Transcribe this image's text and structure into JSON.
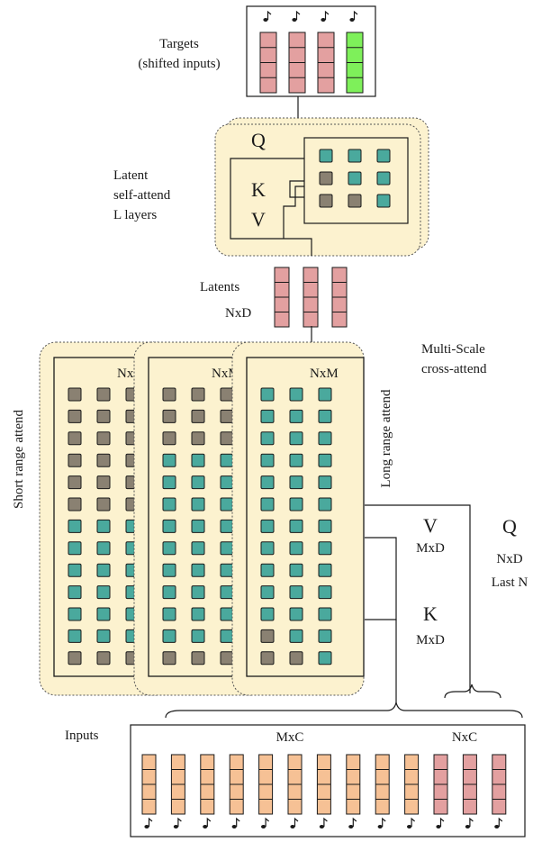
{
  "labels": {
    "targets_line1": "Targets",
    "targets_line2": "(shifted inputs)",
    "latent_line1": "Latent",
    "latent_line2": "self-attend",
    "latent_line3": "L layers",
    "latent_q": "Q",
    "latent_k": "K",
    "latent_v": "V",
    "latents": "Latents",
    "latents_dim": "NxD",
    "multiscale_line1": "Multi-Scale",
    "multiscale_line2": "cross-attend",
    "short_range": "Short range attend",
    "long_range": "Long range attend",
    "nxm_1": "NxM",
    "nxm_2": "NxM",
    "nxm_3": "NxM",
    "v_label": "V",
    "v_dim": "MxD",
    "k_label": "K",
    "k_dim": "MxD",
    "q_label": "Q",
    "q_dim": "NxD",
    "q_last": "Last N",
    "inputs": "Inputs",
    "mxc": "MxC",
    "nxc": "NxC"
  },
  "colors": {
    "pink": "#e3a0a0",
    "green": "#7ef05a",
    "teal": "#4aa99d",
    "gray": "#8a8172",
    "orange": "#f6c195",
    "panel": "#fcf2cf",
    "stroke": "#1a1a1a"
  },
  "targets": [
    "pink",
    "pink",
    "pink",
    "green"
  ],
  "latent_grid": [
    [
      "teal",
      "teal",
      "teal"
    ],
    [
      "gray",
      "teal",
      "teal"
    ],
    [
      "gray",
      "gray",
      "teal"
    ]
  ],
  "latents_count": 3,
  "attention_panels": [
    {
      "label_key": "nxm_1",
      "rows": [
        [
          "gray",
          "gray",
          "gray"
        ],
        [
          "gray",
          "gray",
          "gray"
        ],
        [
          "gray",
          "gray",
          "gray"
        ],
        [
          "gray",
          "gray",
          "gray"
        ],
        [
          "gray",
          "gray",
          "gray"
        ],
        [
          "gray",
          "gray",
          "gray"
        ],
        [
          "teal",
          "teal",
          "teal"
        ],
        [
          "teal",
          "teal",
          "teal"
        ],
        [
          "teal",
          "teal",
          "teal"
        ],
        [
          "teal",
          "teal",
          "teal"
        ],
        [
          "teal",
          "teal",
          "teal"
        ],
        [
          "teal",
          "teal",
          "teal"
        ],
        [
          "gray",
          "gray",
          "gray"
        ]
      ]
    },
    {
      "label_key": "nxm_2",
      "rows": [
        [
          "gray",
          "gray",
          "gray"
        ],
        [
          "gray",
          "gray",
          "gray"
        ],
        [
          "gray",
          "gray",
          "gray"
        ],
        [
          "teal",
          "teal",
          "teal"
        ],
        [
          "teal",
          "teal",
          "teal"
        ],
        [
          "teal",
          "teal",
          "teal"
        ],
        [
          "teal",
          "teal",
          "teal"
        ],
        [
          "teal",
          "teal",
          "teal"
        ],
        [
          "teal",
          "teal",
          "teal"
        ],
        [
          "teal",
          "teal",
          "teal"
        ],
        [
          "teal",
          "teal",
          "teal"
        ],
        [
          "teal",
          "teal",
          "teal"
        ],
        [
          "gray",
          "gray",
          "gray"
        ]
      ]
    },
    {
      "label_key": "nxm_3",
      "rows": [
        [
          "teal",
          "teal",
          "teal"
        ],
        [
          "teal",
          "teal",
          "teal"
        ],
        [
          "teal",
          "teal",
          "teal"
        ],
        [
          "teal",
          "teal",
          "teal"
        ],
        [
          "teal",
          "teal",
          "teal"
        ],
        [
          "teal",
          "teal",
          "teal"
        ],
        [
          "teal",
          "teal",
          "teal"
        ],
        [
          "teal",
          "teal",
          "teal"
        ],
        [
          "teal",
          "teal",
          "teal"
        ],
        [
          "teal",
          "teal",
          "teal"
        ],
        [
          "teal",
          "teal",
          "teal"
        ],
        [
          "gray",
          "teal",
          "teal"
        ],
        [
          "gray",
          "gray",
          "teal"
        ]
      ]
    }
  ],
  "inputs": [
    "orange",
    "orange",
    "orange",
    "orange",
    "orange",
    "orange",
    "orange",
    "orange",
    "orange",
    "orange",
    "pink",
    "pink",
    "pink"
  ]
}
